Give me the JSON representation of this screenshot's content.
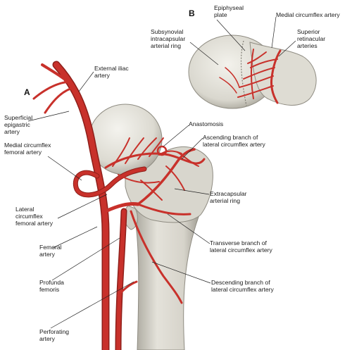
{
  "panels": {
    "a": "A",
    "b": "B"
  },
  "labels": {
    "external_iliac": "External iliac\nartery",
    "superficial_epigastric": "Superficial\nepigastric\nartery",
    "medial_circumflex_femoral": "Medial circumflex\nfemoral artery",
    "lateral_circumflex_femoral": "Lateral\ncircumflex\nfemoral artery",
    "femoral": "Femoral\nartery",
    "profunda": "Profunda\nfemoris",
    "perforating": "Perforating\nartery",
    "anastomosis": "Anastomosis",
    "ascending_branch": "Ascending branch of\nlateral circumflex artery",
    "extracapsular_ring": "Extracapsular\narterial ring",
    "transverse_branch": "Transverse branch of\nlateral circumflex artery",
    "descending_branch": "Descending branch of\nlateral circumflex artery",
    "subsynovial_ring": "Subsynovial\nintracapsular\narterial ring",
    "epiphyseal_plate": "Epiphyseal\nplate",
    "medial_circumflex_b": "Medial circumflex artery",
    "superior_retinacular": "Superior\nretinacular\narteries"
  },
  "colors": {
    "artery": "#c8312b",
    "artery_dark": "#8e1f1a",
    "bone": "#e6e4dc",
    "bone_shade": "#b9b6ac",
    "leader": "#222222"
  }
}
